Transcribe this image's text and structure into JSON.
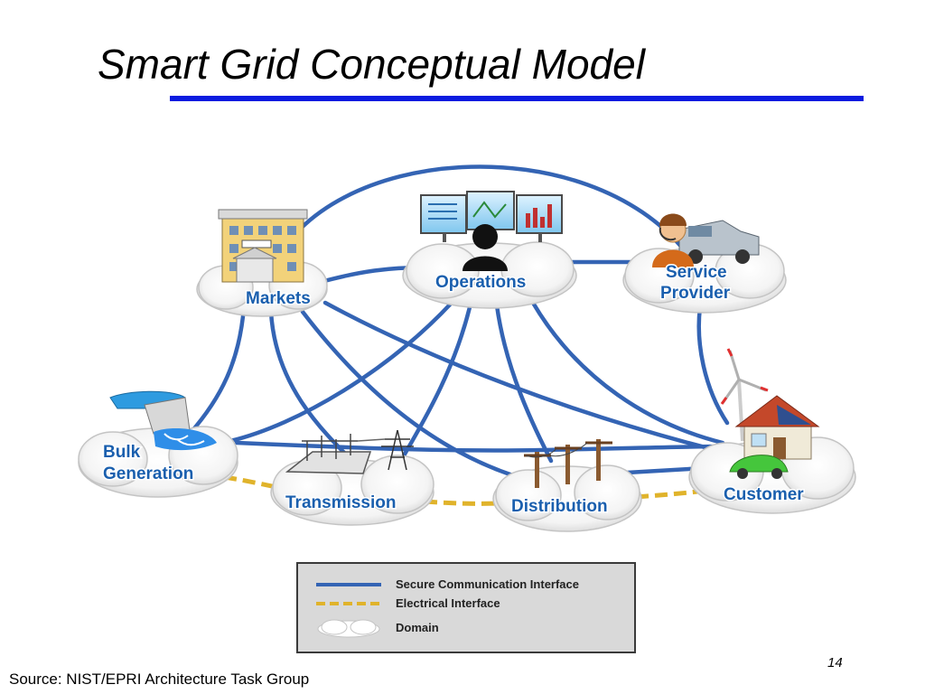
{
  "slide": {
    "title": "Smart Grid Conceptual Model",
    "source": "Source:  NIST/EPRI Architecture Task Group",
    "page_number": "14"
  },
  "colors": {
    "title_rule": "#0a1be0",
    "communication_line": "#3464b4",
    "electrical_line": "#e0b32b",
    "domain_label": "#1a5fae",
    "legend_background": "#d9d9d9"
  },
  "domains": {
    "markets": "Markets",
    "operations": "Operations",
    "service_provider_line1": "Service",
    "service_provider_line2": "Provider",
    "bulk_generation_line1": "Bulk",
    "bulk_generation_line2": "Generation",
    "transmission": "Transmission",
    "distribution": "Distribution",
    "customer": "Customer"
  },
  "icons": {
    "markets": "market-building-icon",
    "operations": "operator-monitors-icon",
    "service_provider": "service-agent-truck-icon",
    "bulk_generation": "hydro-dam-icon",
    "transmission": "substation-tower-icon",
    "distribution": "utility-poles-icon",
    "customer": "house-turbine-car-icon"
  },
  "legend": {
    "communication": "Secure Communication Interface",
    "electrical": "Electrical Interface",
    "domain": "Domain"
  }
}
